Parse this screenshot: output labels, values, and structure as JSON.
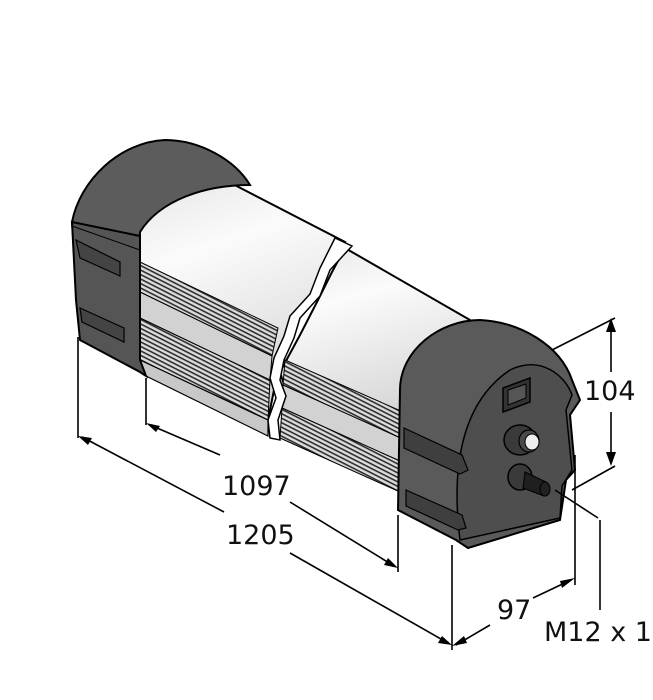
{
  "drawing": {
    "type": "dimensional drawing",
    "subject": "cylindrical enclosure with end caps, switch and M12 connector",
    "colors": {
      "end_cap": "#5a5a5a",
      "end_cap_dark": "#4a4a4a",
      "cover_light": "#f2f2f2",
      "cover_shade": "#d9d9d9",
      "fins_dark": "#3c3c3c",
      "line": "#000000",
      "background": "#ffffff"
    }
  },
  "dimensions": {
    "height": "104",
    "inner_length": "1097",
    "overall_length": "1205",
    "depth": "97",
    "connector": "M12 x 1"
  }
}
